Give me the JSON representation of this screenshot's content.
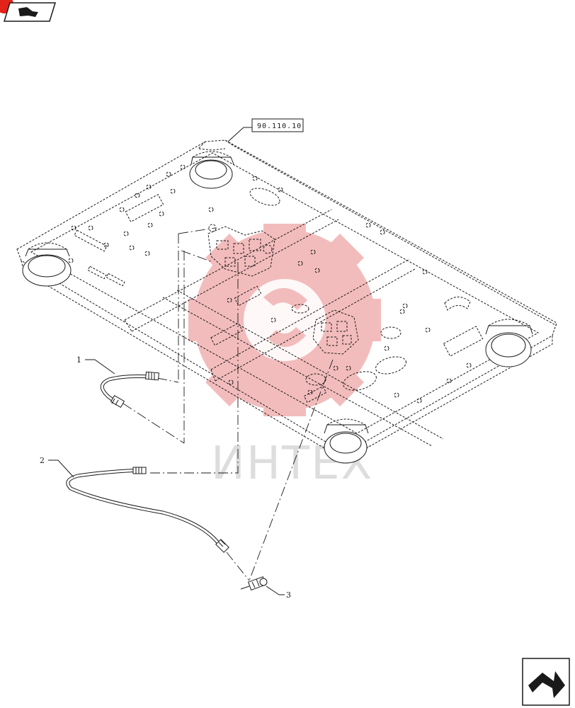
{
  "reference_label": "90.110.10",
  "callouts": [
    {
      "number": "1"
    },
    {
      "number": "2"
    },
    {
      "number": "3"
    }
  ],
  "watermark_text": "ИНТЕХ",
  "colors": {
    "line": "#1a1a1a",
    "watermark_red": "#f2b1b1",
    "nav_badge_red": "#e2231a"
  },
  "icons": {
    "top_nav": "previous-page-arrow-icon",
    "bottom_nav": "next-page-arrow-icon"
  }
}
